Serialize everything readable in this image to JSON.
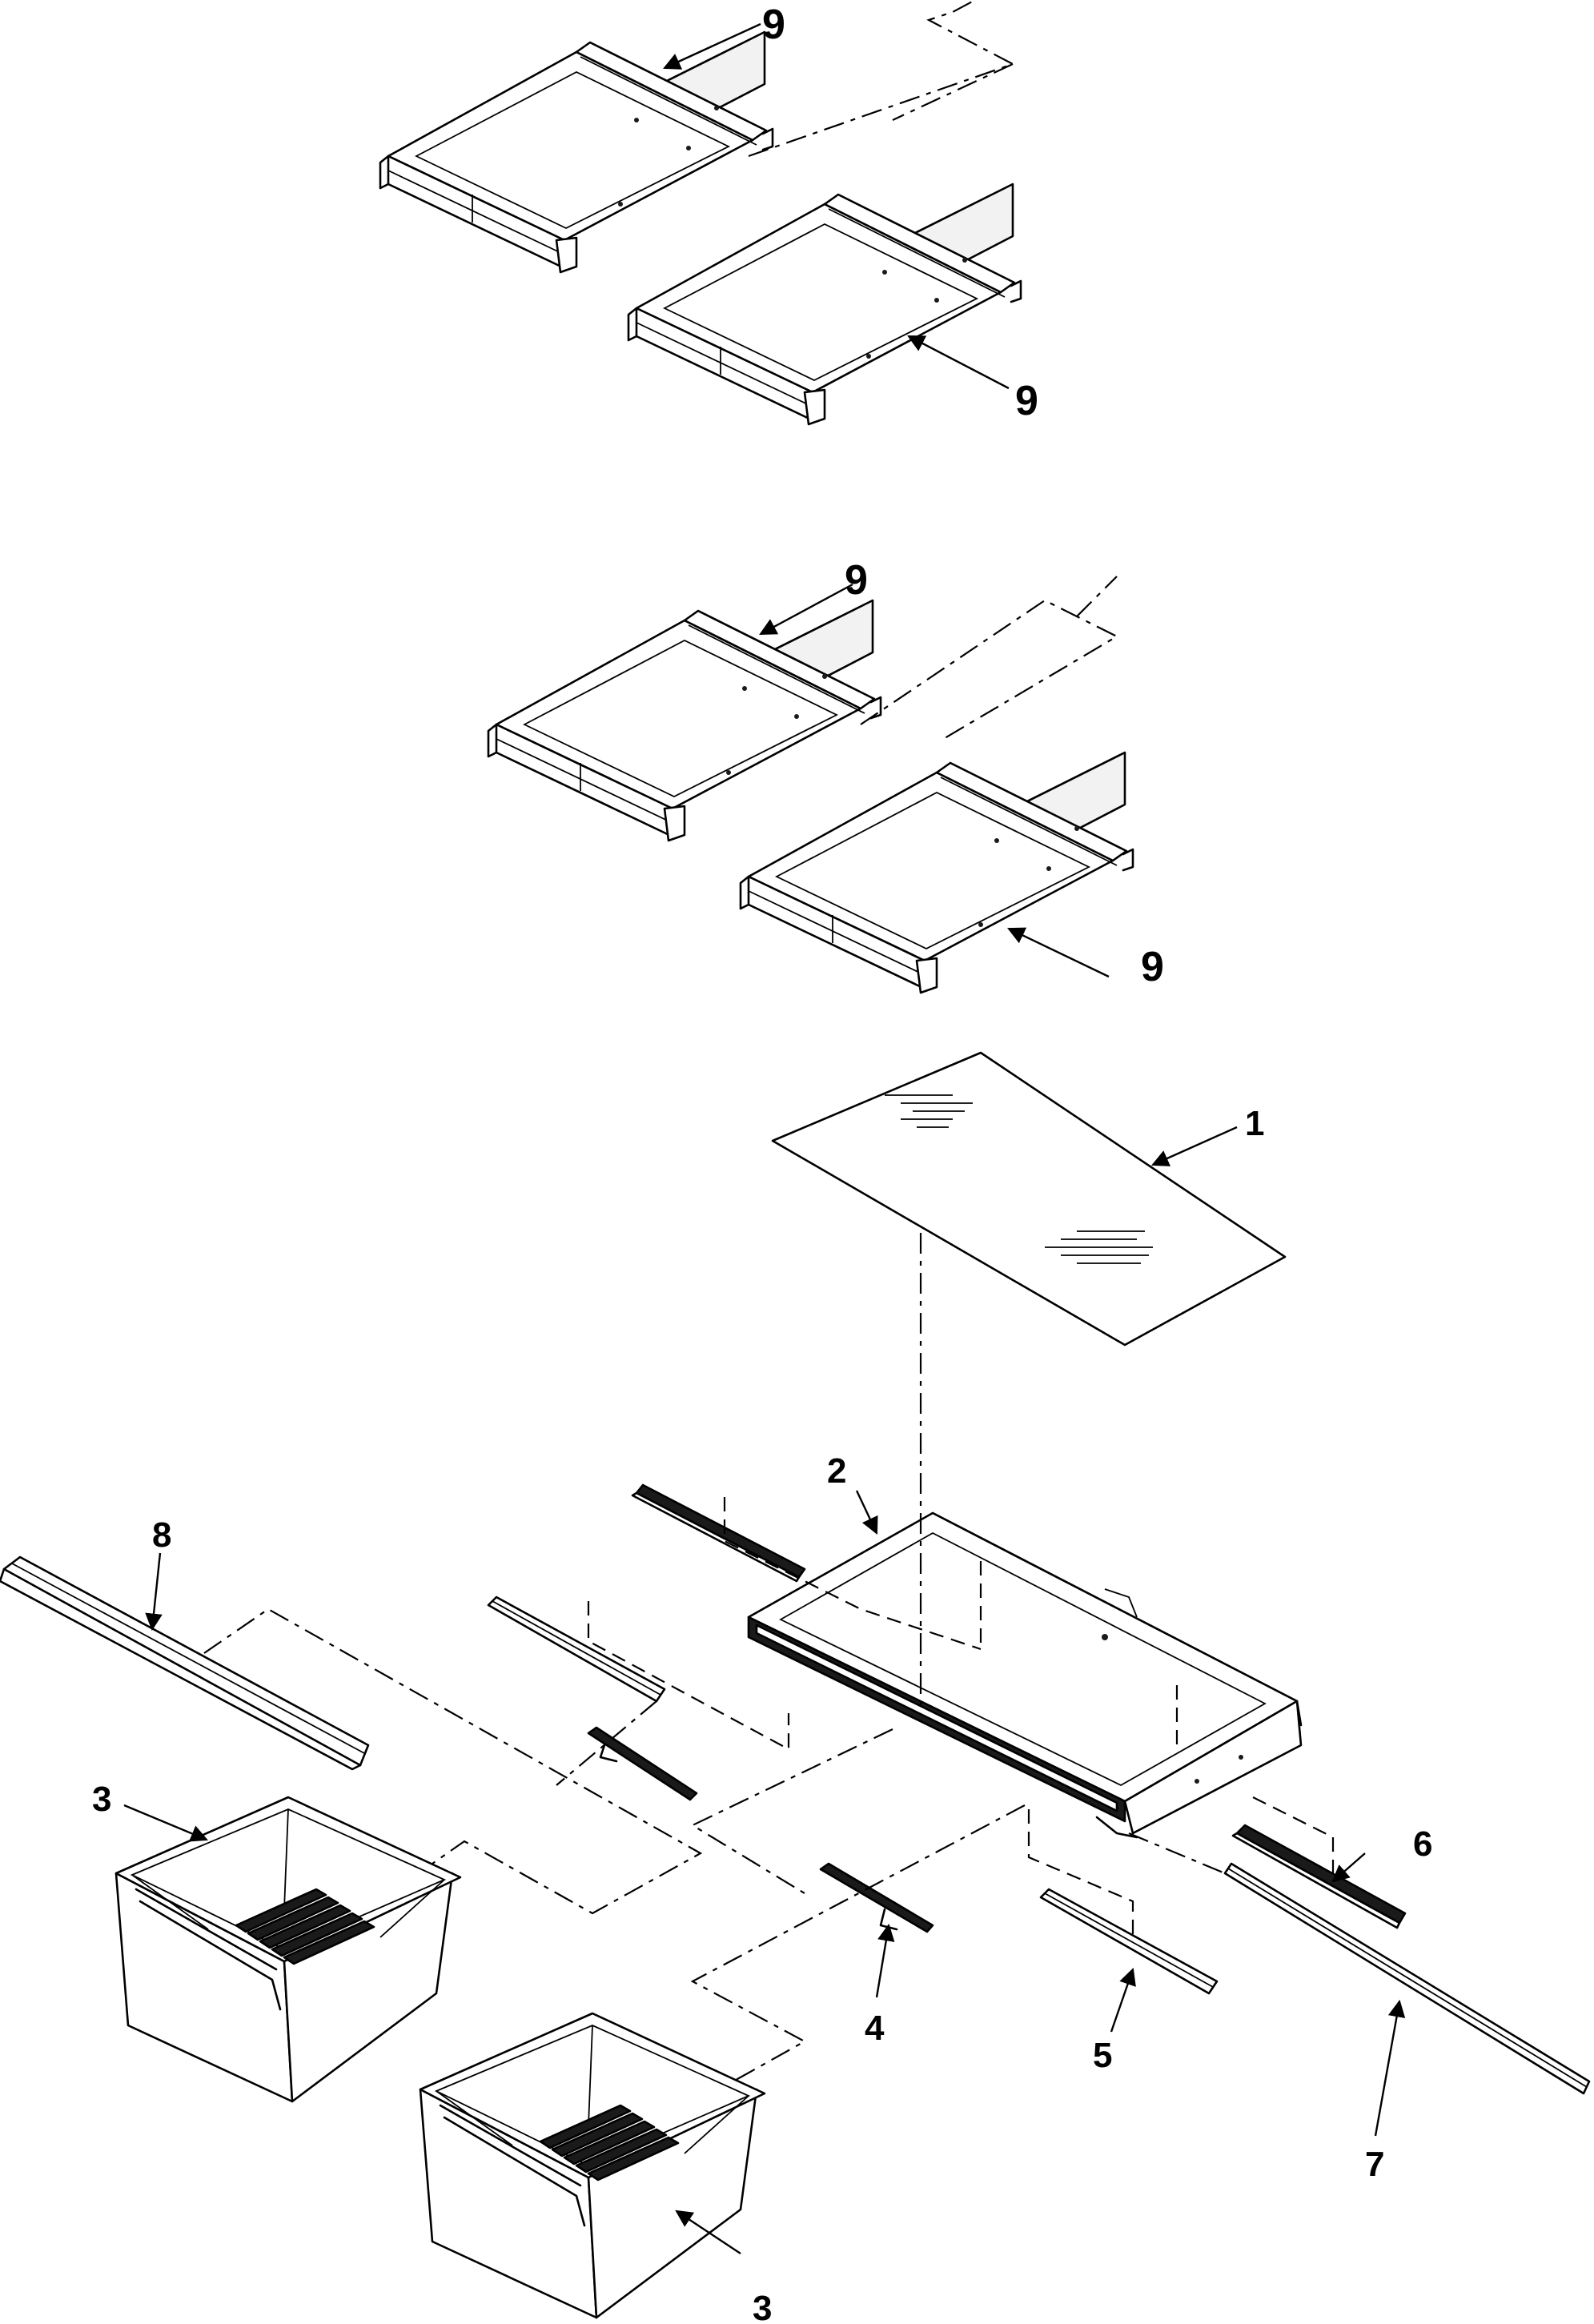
{
  "parts": {
    "part_1": "1",
    "part_2": "2",
    "part_3": "3",
    "part_4": "4",
    "part_5": "5",
    "part_6": "6",
    "part_7": "7",
    "part_8": "8",
    "part_9": "9"
  }
}
